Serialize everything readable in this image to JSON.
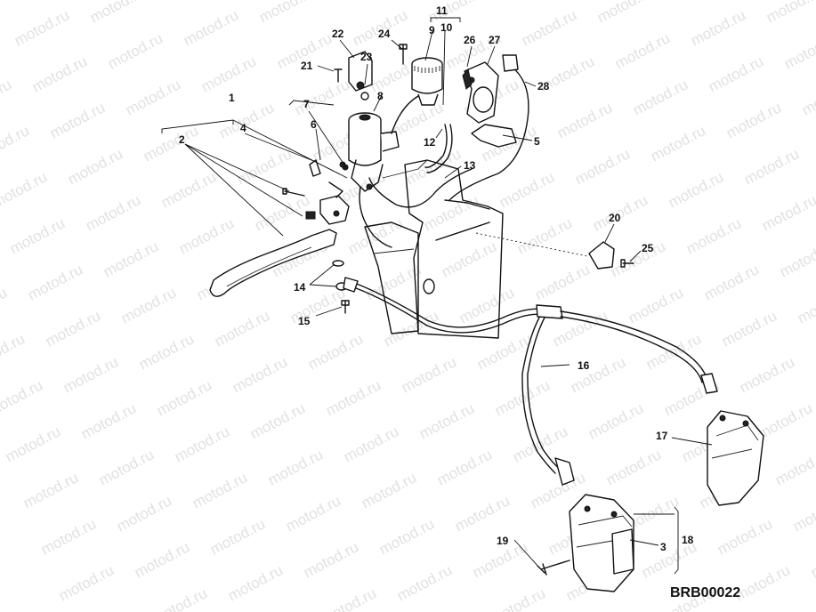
{
  "watermark": "motod.ru",
  "drawing_code": "BRB00022",
  "callouts": {
    "c1": "1",
    "c2": "2",
    "c3": "3",
    "c4": "4",
    "c5": "5",
    "c6": "6",
    "c7": "7",
    "c8": "8",
    "c9": "9",
    "c10": "10",
    "c11": "11",
    "c12": "12",
    "c13": "13",
    "c14": "14",
    "c15": "15",
    "c16": "16",
    "c17": "17",
    "c18": "18",
    "c19": "19",
    "c20": "20",
    "c21": "21",
    "c22": "22",
    "c23": "23",
    "c24": "24",
    "c25": "25",
    "c26": "26",
    "c27": "27",
    "c28": "28"
  }
}
